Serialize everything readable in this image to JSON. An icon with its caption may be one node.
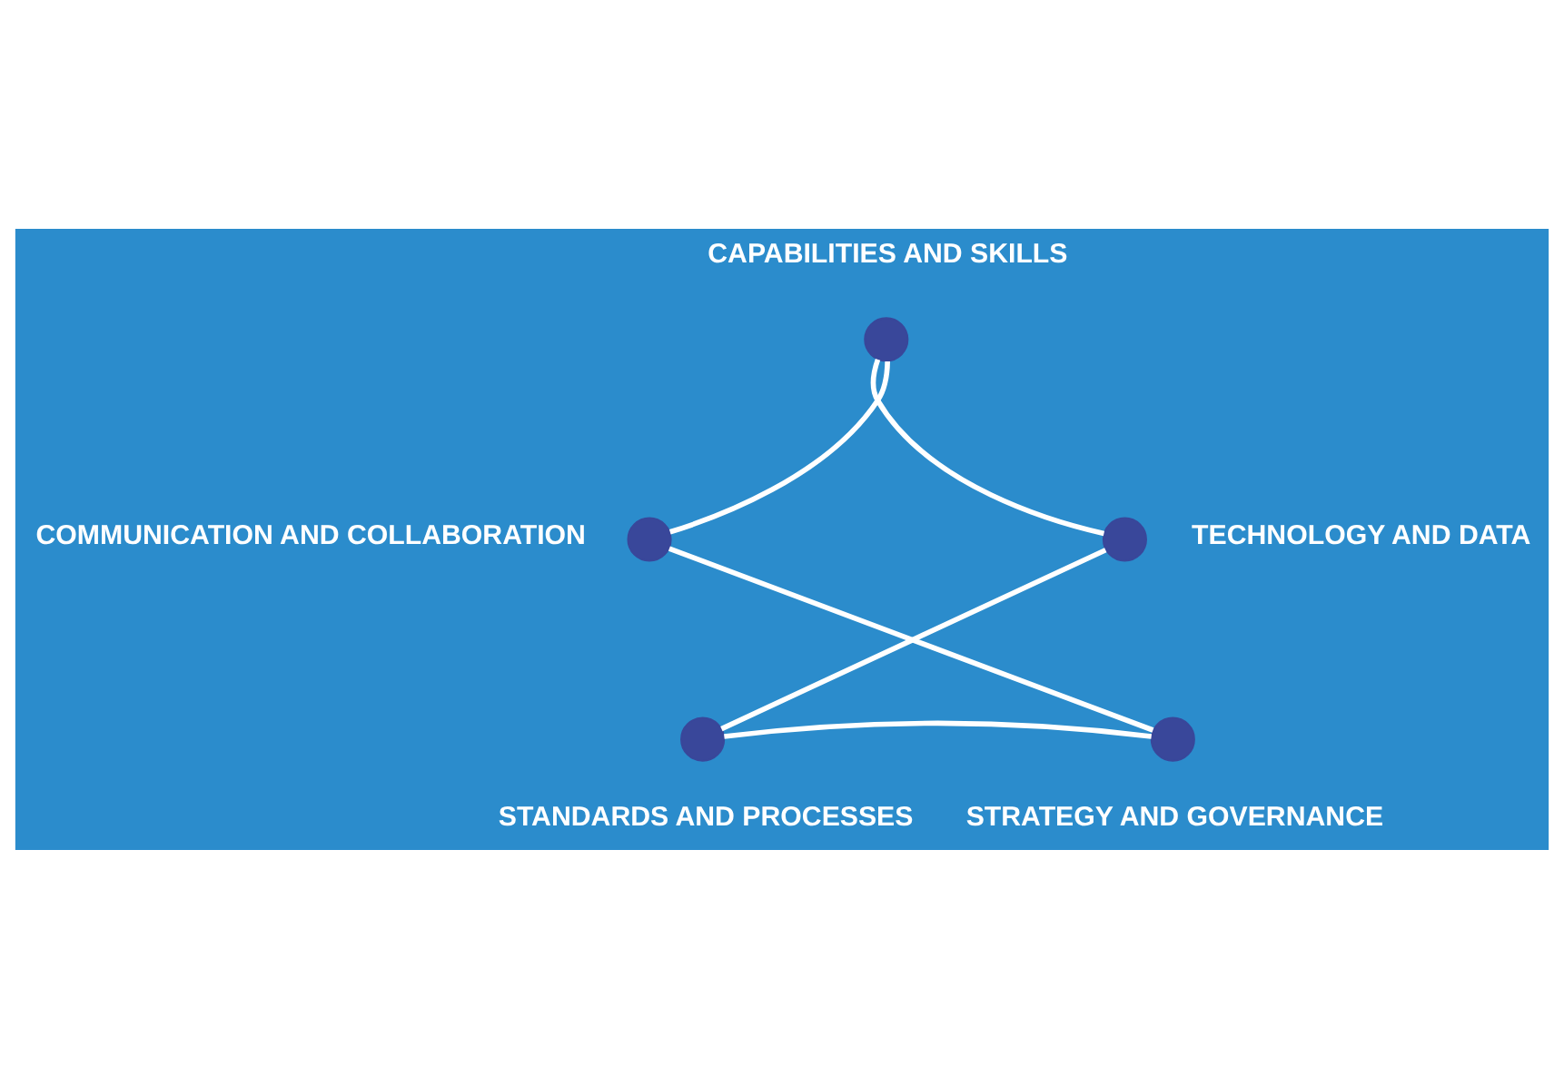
{
  "diagram": {
    "nodes": [
      {
        "text": [],
        "shape": "circle",
        "beside": [
          "CAPABILITIES AND SKILLS"
        ]
      },
      {
        "text": [],
        "shape": "circle",
        "beside": [
          "COMMUNICATION AND COLLABORATION"
        ]
      },
      {
        "text": [],
        "shape": "circle",
        "beside": [
          "TECHNOLOGY AND DATA"
        ]
      },
      {
        "text": [],
        "shape": "circle",
        "beside": [
          "STRATEGY AND GOVERNANCE"
        ]
      },
      {
        "text": [],
        "shape": "circle",
        "beside": [
          "STANDARDS AND PROCESSES"
        ]
      }
    ],
    "edges": [
      {
        "from": 0,
        "to": 2,
        "arrow": "none"
      },
      {
        "from": 2,
        "to": 4,
        "arrow": "none"
      },
      {
        "from": 4,
        "to": 3,
        "arrow": "none"
      },
      {
        "from": 3,
        "to": 1,
        "arrow": "none"
      },
      {
        "from": 1,
        "to": 0,
        "arrow": "none"
      }
    ]
  }
}
